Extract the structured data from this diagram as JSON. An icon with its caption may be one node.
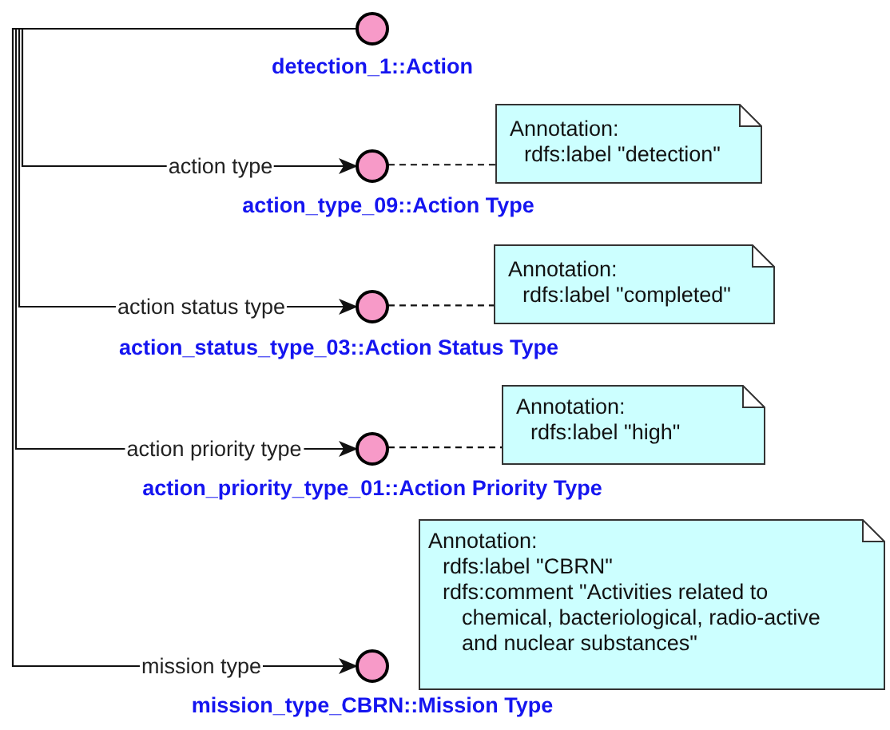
{
  "diagram": {
    "nodes": [
      {
        "text": [],
        "shape": "circle",
        "beside": [
          "detection_1::Action"
        ]
      },
      {
        "text": [],
        "shape": "circle",
        "beside": [
          "action_type_09::Action Type"
        ]
      },
      {
        "text": [
          "Annotation:",
          "rdfs:label \"detection\""
        ]
      },
      {
        "text": [],
        "shape": "circle",
        "beside": [
          "action_status_type_03::Action Status Type"
        ]
      },
      {
        "text": [
          "Annotation:",
          "rdfs:label \"completed\""
        ]
      },
      {
        "text": [],
        "shape": "circle",
        "beside": [
          "action_priority_type_01::Action Priority Type"
        ]
      },
      {
        "text": [
          "Annotation:",
          "rdfs:label \"high\""
        ]
      },
      {
        "text": [
          "Annotation:",
          "rdfs:label \"CBRN\"",
          "rdfs:comment \"Activities related to chemical, bacteriological, radio-active and nuclear substances\""
        ]
      },
      {
        "text": [],
        "shape": "circle",
        "beside": [
          "mission_type_CBRN::Mission Type"
        ]
      }
    ],
    "edges": [
      {
        "from": 0,
        "to": 1,
        "arrow": "to",
        "label": "action type"
      },
      {
        "from": 0,
        "to": 3,
        "arrow": "to",
        "label": "action status type"
      },
      {
        "from": 0,
        "to": 5,
        "arrow": "to",
        "label": "action priority type"
      },
      {
        "from": 0,
        "to": 8,
        "arrow": "to",
        "label": "mission type"
      },
      {
        "from": 1,
        "to": 2,
        "arrow": "none",
        "style": "dashed"
      },
      {
        "from": 3,
        "to": 4,
        "arrow": "none",
        "style": "dashed"
      },
      {
        "from": 5,
        "to": 6,
        "arrow": "none",
        "style": "dashed"
      }
    ]
  }
}
